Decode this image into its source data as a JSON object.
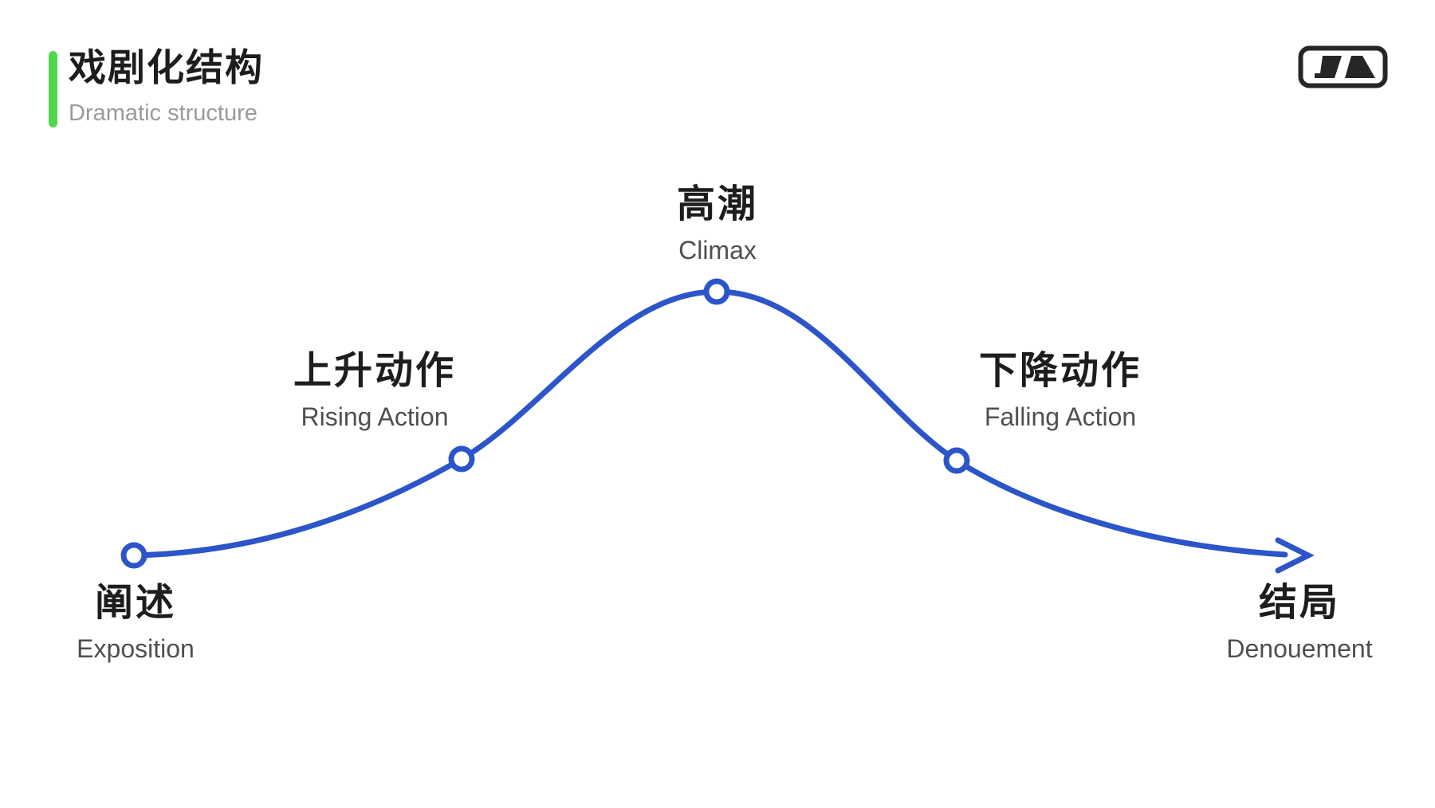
{
  "colors": {
    "accent": "#4FD64F",
    "curve": "#2B55C8",
    "ink": "#1D1D1F",
    "subtle": "#9A9A9A",
    "label-en": "#4F4F4F"
  },
  "header": {
    "title": "戏剧化结构",
    "subtitle": "Dramatic structure"
  },
  "logo": {
    "icon": "mountain-logo-icon"
  },
  "diagram": {
    "type": "dramatic-structure-arc",
    "curve_color": "#2B55C8",
    "stages": [
      {
        "id": "exposition",
        "cn": "阐述",
        "en": "Exposition",
        "has_point": true
      },
      {
        "id": "rising",
        "cn": "上升动作",
        "en": "Rising Action",
        "has_point": true
      },
      {
        "id": "climax",
        "cn": "高潮",
        "en": "Climax",
        "has_point": true
      },
      {
        "id": "falling",
        "cn": "下降动作",
        "en": "Falling Action",
        "has_point": true
      },
      {
        "id": "denouement",
        "cn": "结局",
        "en": "Denouement",
        "has_point": false
      }
    ]
  }
}
